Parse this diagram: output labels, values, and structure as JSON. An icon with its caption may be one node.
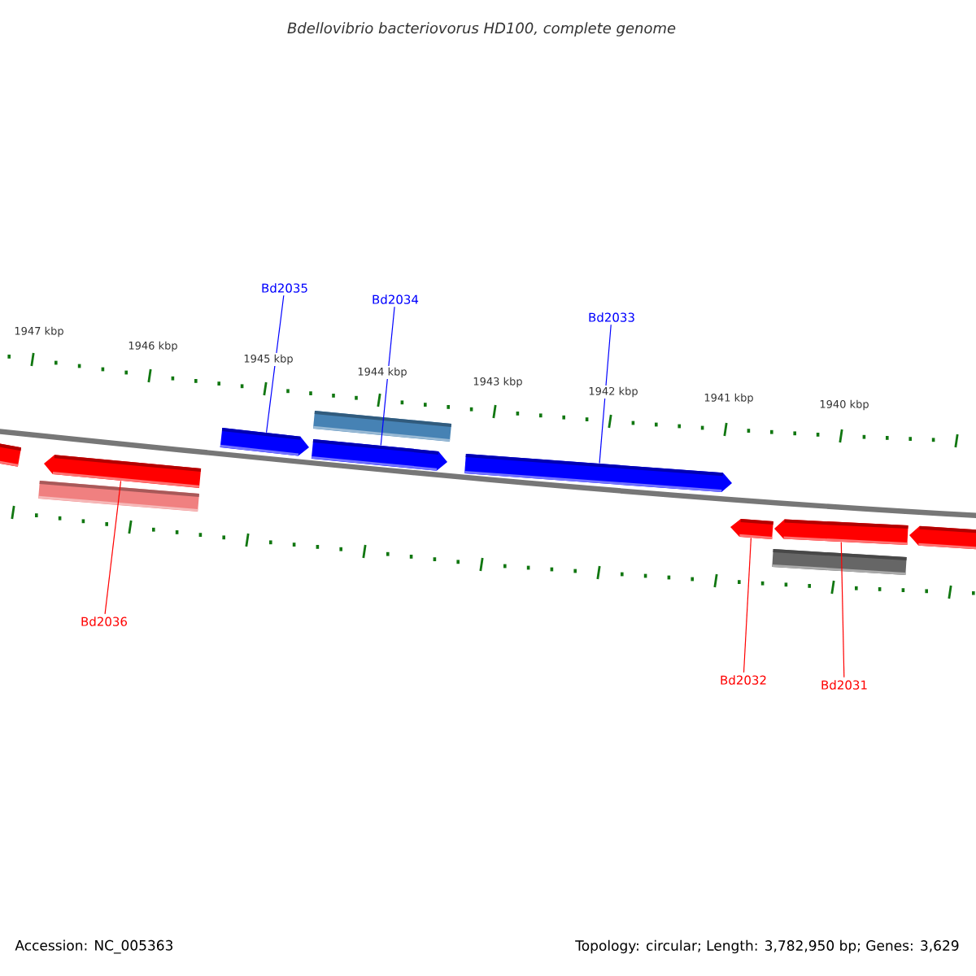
{
  "diagram": {
    "title": "Bdellovibrio bacteriovorus HD100, complete genome",
    "nodes": [
      {
        "text": [],
        "shape": "bar"
      },
      {
        "text": [],
        "shape": "bar"
      },
      {
        "text": [],
        "shape": "pentagon"
      },
      {
        "text": [],
        "shape": "pentagon"
      },
      {
        "text": [],
        "shape": "bar"
      },
      {
        "text": [],
        "shape": "pentagon"
      },
      {
        "text": [],
        "shape": "pentagon"
      },
      {
        "text": [],
        "shape": "pentagon"
      },
      {
        "text": [],
        "shape": "bar"
      },
      {
        "text": [],
        "shape": "pentagon"
      },
      {
        "text": [],
        "shape": "pentagon"
      },
      {
        "text": [
          "Bd2035"
        ]
      },
      {
        "text": [
          "Bd2034"
        ]
      },
      {
        "text": [
          "Bd2033"
        ]
      },
      {
        "text": [
          "Bd2036"
        ]
      },
      {
        "text": [
          "Bd2032"
        ]
      },
      {
        "text": [
          "Bd2031"
        ]
      }
    ],
    "edges": [
      {
        "from": 11,
        "to": 3,
        "arrow": "none",
        "color": "#0000ff"
      },
      {
        "from": 12,
        "to": 5,
        "arrow": "none",
        "color": "#0000ff"
      },
      {
        "from": 13,
        "to": 6,
        "arrow": "none",
        "color": "#0000ff"
      },
      {
        "from": 14,
        "to": 2,
        "arrow": "none",
        "color": "#ff0000"
      },
      {
        "from": 15,
        "to": 7,
        "arrow": "none",
        "color": "#ff0000"
      },
      {
        "from": 16,
        "to": 9,
        "arrow": "none",
        "color": "#ff0000"
      }
    ],
    "labels": [
      "1947 kbp",
      "1946 kbp",
      "1945 kbp",
      "1944 kbp",
      "1943 kbp",
      "1942 kbp",
      "1941 kbp",
      "1940 kbp",
      "Accession: NC_005363",
      "Topology: circular; Length: 3,782,950 bp; Genes: 3,629"
    ]
  }
}
